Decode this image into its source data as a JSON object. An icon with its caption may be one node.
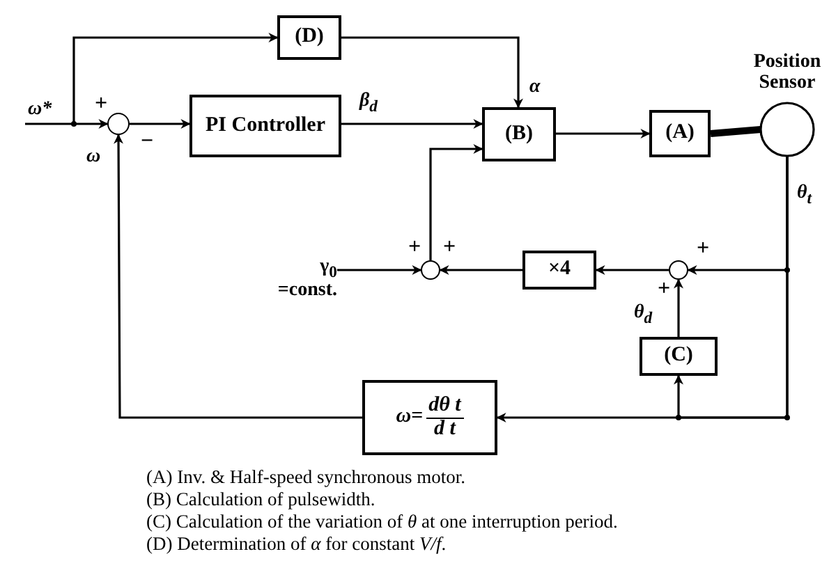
{
  "diagram": {
    "nodes": [
      {
        "text": [
          "(D)"
        ]
      },
      {
        "text": [],
        "shape": "circle"
      },
      {
        "text": [
          "PI Controller"
        ]
      },
      {
        "text": [
          "(B)"
        ]
      },
      {
        "text": [
          "(A)"
        ]
      },
      {
        "text": [
          "Position Sensor"
        ]
      },
      {
        "text": [],
        "shape": "circle"
      },
      {
        "text": [
          "×4"
        ]
      },
      {
        "text": [],
        "shape": "circle"
      },
      {
        "text": [
          "(C)"
        ]
      },
      {
        "text": [
          "ω=",
          "dθ t",
          "d t"
        ]
      },
      {
        "text": [
          "γ$_{0}$ =const."
        ]
      }
    ],
    "edges": [
      {
        "from": null,
        "to": 1,
        "arrow": "to",
        "label": "ω*"
      },
      {
        "from": null,
        "to": 0,
        "arrow": "to"
      },
      {
        "from": 1,
        "to": 2,
        "arrow": "to"
      },
      {
        "from": 2,
        "to": 3,
        "arrow": "to",
        "label": "β$_{d}$"
      },
      {
        "from": 0,
        "to": 3,
        "arrow": "to",
        "label": "α"
      },
      {
        "from": 3,
        "to": 4,
        "arrow": "to"
      },
      {
        "from": 4,
        "to": 5,
        "arrow": "none",
        "style": "thick"
      },
      {
        "from": 5,
        "to": 8,
        "arrow": "to",
        "label": "θ$_{t}$"
      },
      {
        "from": 5,
        "to": 9,
        "arrow": "to"
      },
      {
        "from": 5,
        "to": 10,
        "arrow": "to"
      },
      {
        "from": 9,
        "to": 8,
        "arrow": "to",
        "label": "θ$_{d}$"
      },
      {
        "from": 8,
        "to": 7,
        "arrow": "to"
      },
      {
        "from": 7,
        "to": 6,
        "arrow": "to"
      },
      {
        "from": 11,
        "to": 6,
        "arrow": "to"
      },
      {
        "from": 6,
        "to": 3,
        "arrow": "to"
      },
      {
        "from": 10,
        "to": 1,
        "arrow": "to",
        "label": "ω"
      }
    ],
    "labels": [
      "+",
      "−",
      "+",
      "+",
      "+",
      "+",
      "(A) Inv. & Half-speed synchronous motor.",
      "(B) Calculation of pulsewidth.",
      "(C) Calculation of the variation of *θ* at one interruption period.",
      "(D) Determination of *α* for constant *V/f*."
    ]
  }
}
